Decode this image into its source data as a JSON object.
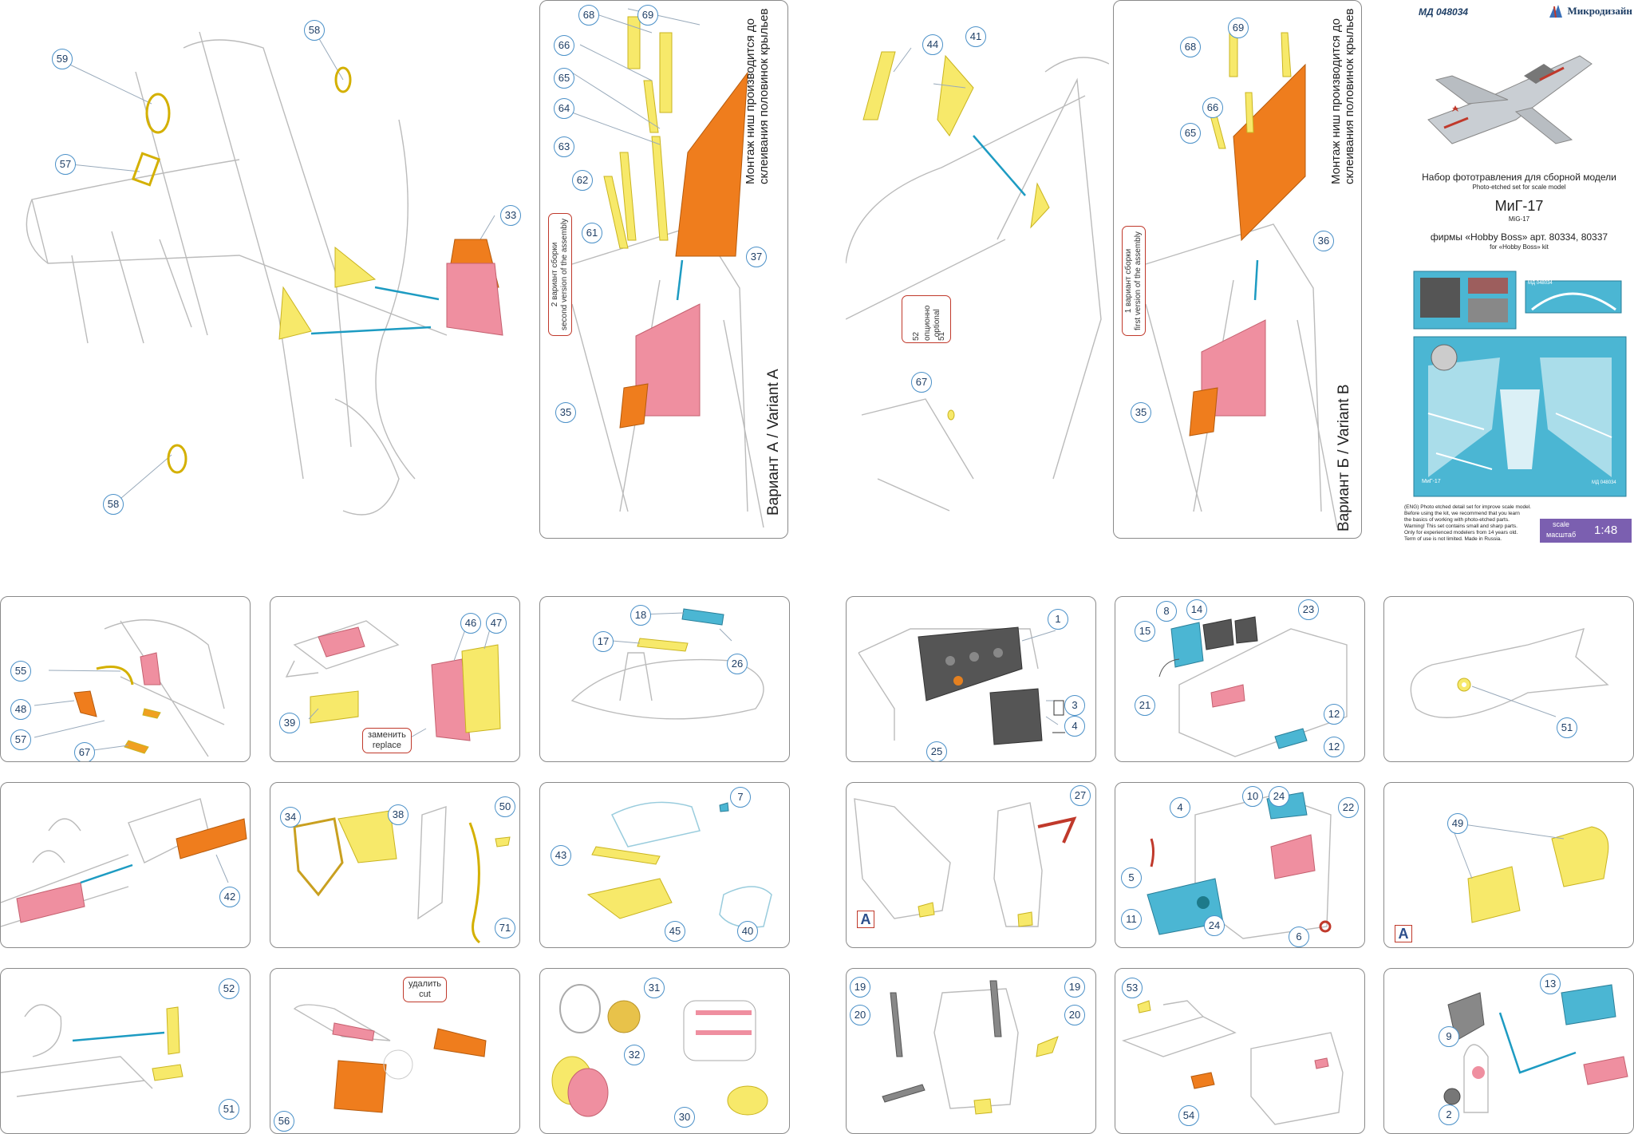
{
  "header": {
    "code": "МД 048034",
    "brand": "Микродизайн"
  },
  "product": {
    "title_ru": "Набор фототравления для сборной модели",
    "title_en": "Photo-etched set for scale model",
    "model_ru": "МиГ-17",
    "model_en": "MiG-17",
    "kit_ru": "фирмы «Hobby Boss» арт. 80334, 80337",
    "kit_en": "for «Hobby Boss» kit",
    "fret_label_1": "МД 048034",
    "fret_label_2": "МиГ-17",
    "fret_label_3": "МД 048034"
  },
  "disclaimer": [
    "(ENG) Photo etched detail set for improve scale model.",
    "Before using the kit, we recommend that you learn",
    "the basics of working with photo-etched parts.",
    "Warning! This set contains small and sharp parts.",
    "Only for experienced modelers from 14 years old.",
    "Term of use is not limited. Made in Russia."
  ],
  "scale": {
    "label_en": "scale",
    "label_ru": "масштаб",
    "value": "1:48"
  },
  "variant_a": {
    "title": "Вариант А / Variant A",
    "note_ru": "Монтаж ниш производится до",
    "note_ru2": "склеивания половинок крыльев",
    "version_ru": "2 вариант сборки",
    "version_en": "second version of the assembly"
  },
  "variant_b": {
    "title": "Вариант Б / Variant B",
    "note_ru": "Монтаж ниш производится до",
    "note_ru2": "склеивания половинок крыльев",
    "version_ru": "1 вариант сборки",
    "version_en": "first version of the assembly",
    "optional_ru": "опционно",
    "optional_en": "optional"
  },
  "notes": {
    "replace_ru": "заменить",
    "replace_en": "replace",
    "cut_ru": "удалить",
    "cut_en": "cut",
    "mark_a": "A"
  },
  "callouts": {
    "top_left": [
      "59",
      "58",
      "57",
      "33",
      "58"
    ],
    "variant_a": [
      "68",
      "69",
      "66",
      "65",
      "64",
      "63",
      "62",
      "61",
      "37",
      "35"
    ],
    "mid": [
      "44",
      "41",
      "52",
      "51",
      "67"
    ],
    "variant_b": [
      "68",
      "69",
      "66",
      "65",
      "36",
      "35"
    ],
    "p1": [
      "55",
      "48",
      "57",
      "67"
    ],
    "p2": [
      "46",
      "47",
      "39"
    ],
    "p3": [
      "18",
      "17",
      "26"
    ],
    "p4": [
      "1",
      "3",
      "4",
      "25"
    ],
    "p5": [
      "8",
      "14",
      "23",
      "15",
      "21",
      "12",
      "12"
    ],
    "p6": [
      "51"
    ],
    "p7": [
      "42"
    ],
    "p8": [
      "34",
      "38",
      "50",
      "71"
    ],
    "p9": [
      "7",
      "43",
      "45",
      "40"
    ],
    "p10": [
      "27"
    ],
    "p11": [
      "4",
      "10",
      "24",
      "22",
      "5",
      "11",
      "24",
      "6"
    ],
    "p12": [
      "49"
    ],
    "p13": [
      "52",
      "51"
    ],
    "p14": [
      "56"
    ],
    "p15": [
      "31",
      "32",
      "30"
    ],
    "p16": [
      "19",
      "19",
      "20",
      "20"
    ],
    "p17": [
      "53",
      "54"
    ],
    "p18": [
      "13",
      "9",
      "2"
    ]
  },
  "colors": {
    "panel_border": "#8a8a8a",
    "callout_border": "#4a90c8",
    "yellow_part": "#f7e96a",
    "orange_part": "#ef7d1d",
    "pink_part": "#ef8fa0",
    "cyan_part": "#4bb6d3",
    "arrow": "#1d9bc2",
    "scale_badge": "#7b5fb0"
  }
}
